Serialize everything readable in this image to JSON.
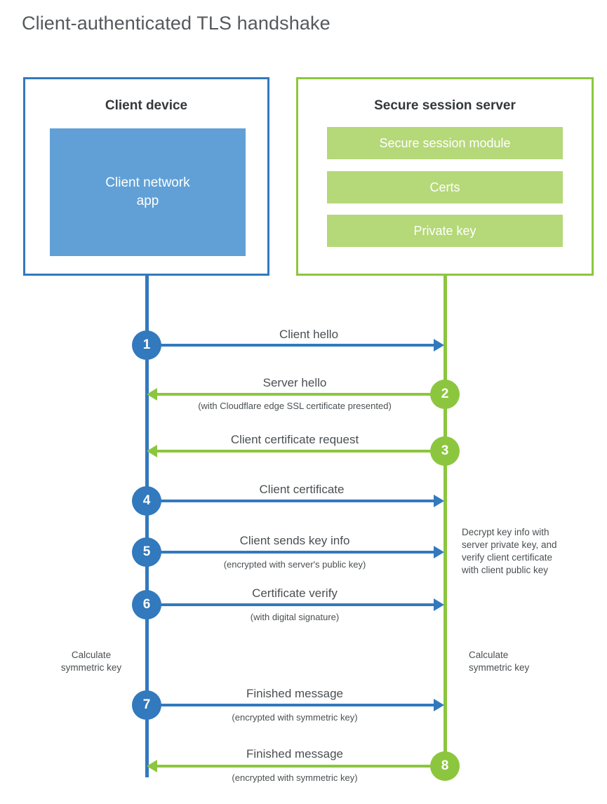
{
  "diagram": {
    "title": "Client-authenticated TLS handshake",
    "colors": {
      "client_blue": "#3279bd",
      "client_app_fill": "#61a0d6",
      "server_green": "#8cc63e",
      "server_bar_fill": "#b5d879",
      "text": "#4b4f52",
      "title_text": "#56595c"
    }
  },
  "actors": {
    "client": {
      "title": "Client device",
      "app_label": "Client network\napp",
      "app_label_line1": "Client network",
      "app_label_line2": "app"
    },
    "server": {
      "title": "Secure session server",
      "components": [
        "Secure session module",
        "Certs",
        "Private key"
      ]
    }
  },
  "messages": [
    {
      "number": "1",
      "label": "Client hello",
      "sub": "",
      "direction": "client-to-server",
      "color": "blue"
    },
    {
      "number": "2",
      "label": "Server hello",
      "sub": "(with Cloudflare edge SSL certificate presented)",
      "direction": "server-to-client",
      "color": "green"
    },
    {
      "number": "3",
      "label": "Client certificate request",
      "sub": "",
      "direction": "server-to-client",
      "color": "green"
    },
    {
      "number": "4",
      "label": "Client certificate",
      "sub": "",
      "direction": "client-to-server",
      "color": "blue"
    },
    {
      "number": "5",
      "label": "Client sends key info",
      "sub": "(encrypted with server's public key)",
      "direction": "client-to-server",
      "color": "blue"
    },
    {
      "number": "6",
      "label": "Certificate verify",
      "sub": "(with digital signature)",
      "direction": "client-to-server",
      "color": "blue"
    },
    {
      "number": "7",
      "label": "Finished message",
      "sub": "(encrypted with symmetric key)",
      "direction": "client-to-server",
      "color": "blue"
    },
    {
      "number": "8",
      "label": "Finished message",
      "sub": "(encrypted with symmetric key)",
      "direction": "server-to-client",
      "color": "green"
    }
  ],
  "notes": {
    "server_decrypt": "Decrypt key info with server private key, and verify client certificate with client public key",
    "server_decrypt_lines": [
      "Decrypt key info with",
      "server private key, and",
      "verify client certificate",
      "with client public key"
    ],
    "client_calculate": "Calculate symmetric key",
    "client_calculate_lines": [
      "Calculate",
      "symmetric key"
    ],
    "server_calculate": "Calculate symmetric key",
    "server_calculate_lines": [
      "Calculate",
      "symmetric key"
    ]
  }
}
